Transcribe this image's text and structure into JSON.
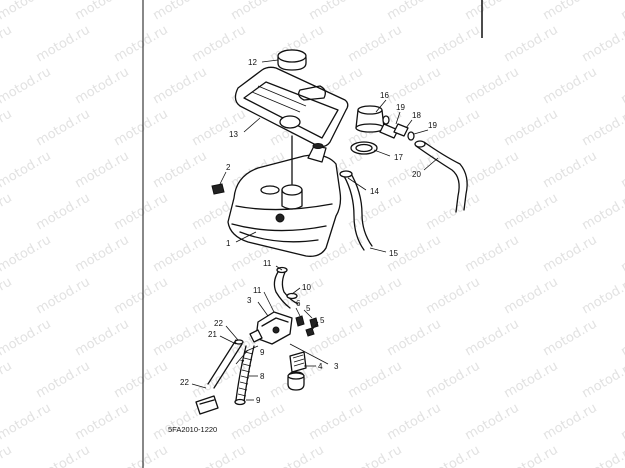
{
  "figure_code": "5FA2010-1220",
  "watermark_text": "motod.ru",
  "part_labels": [
    {
      "id": "lbl-12",
      "text": "12"
    },
    {
      "id": "lbl-13",
      "text": "13"
    },
    {
      "id": "lbl-16",
      "text": "16"
    },
    {
      "id": "lbl-19a",
      "text": "19"
    },
    {
      "id": "lbl-18",
      "text": "18"
    },
    {
      "id": "lbl-19b",
      "text": "19"
    },
    {
      "id": "lbl-17",
      "text": "17"
    },
    {
      "id": "lbl-20",
      "text": "20"
    },
    {
      "id": "lbl-2",
      "text": "2"
    },
    {
      "id": "lbl-14",
      "text": "14"
    },
    {
      "id": "lbl-1",
      "text": "1"
    },
    {
      "id": "lbl-15",
      "text": "15"
    },
    {
      "id": "lbl-11a",
      "text": "11"
    },
    {
      "id": "lbl-10",
      "text": "10"
    },
    {
      "id": "lbl-11b",
      "text": "11"
    },
    {
      "id": "lbl-3a",
      "text": "3"
    },
    {
      "id": "lbl-6",
      "text": "6"
    },
    {
      "id": "lbl-5a",
      "text": "5"
    },
    {
      "id": "lbl-5b",
      "text": "5"
    },
    {
      "id": "lbl-22a",
      "text": "22"
    },
    {
      "id": "lbl-21",
      "text": "21"
    },
    {
      "id": "lbl-9a",
      "text": "9"
    },
    {
      "id": "lbl-7",
      "text": "7"
    },
    {
      "id": "lbl-4",
      "text": "4"
    },
    {
      "id": "lbl-3b",
      "text": "3"
    },
    {
      "id": "lbl-8",
      "text": "8"
    },
    {
      "id": "lbl-22b",
      "text": "22"
    },
    {
      "id": "lbl-9b",
      "text": "9"
    }
  ]
}
